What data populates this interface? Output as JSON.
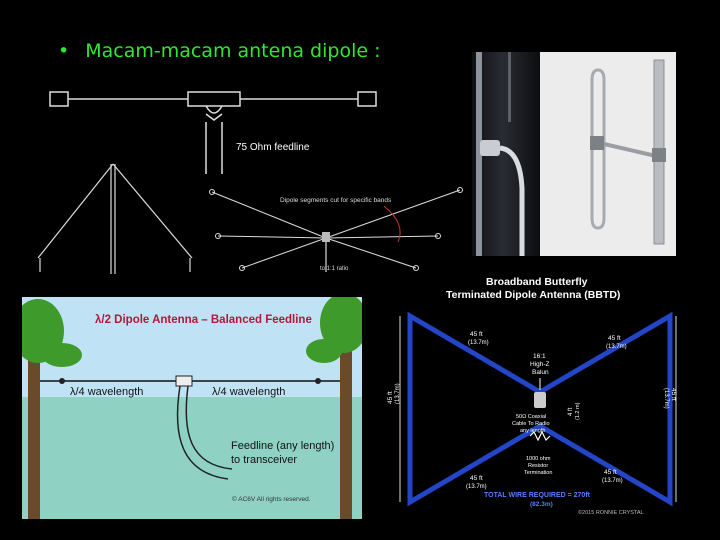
{
  "slide": {
    "bullet": "•",
    "title": "Macam-macam antena dipole :"
  },
  "panel_top_left": {
    "feedline_label": "75 Ohm feedline"
  },
  "panel_top_middle": {
    "segments_label": "Dipole segments cut for specific bands",
    "bottom_label": "to 1:1 ratio"
  },
  "panel_bottom_left": {
    "title": "λ/2 Dipole Antenna – Balanced Feedline",
    "left_wavelength": "λ/4 wavelength",
    "right_wavelength": "λ/4 wavelength",
    "feedline_line1": "Feedline (any length)",
    "feedline_line2": "to transceiver",
    "copyright": "© AC6V  All rights reserved.",
    "colors": {
      "sky": "#bfe3f4",
      "ground": "#8fd2c4",
      "tree": "#3f9a2c",
      "trunk": "#6b4a2a",
      "title": "#b5163c"
    }
  },
  "panel_bottom_right": {
    "title_line1": "Broadband Butterfly",
    "title_line2": "Terminated Dipole Antenna (BBTD)",
    "dim_top_left": "45 ft",
    "dim_top_left_m": "(13.7m)",
    "dim_top_right": "45 ft",
    "dim_top_right_m": "(13.7m)",
    "dim_bottom_left": "45 ft",
    "dim_bottom_left_m": "(13.7m)",
    "dim_bottom_right": "45 ft",
    "dim_bottom_right_m": "(13.7m)",
    "side_left": "45 ft",
    "side_left_m": "(13.7m)",
    "side_right": "45 ft",
    "side_right_m": "(13.7m)",
    "gap_label": "4 ft",
    "gap_label_m": "(1.2 m)",
    "balun_line1": "16:1",
    "balun_line2": "High-Z",
    "balun_line3": "Balun",
    "coax_line1": "50Ω Coaxial",
    "coax_line2": "Cable To Radio",
    "coax_line3": "any length",
    "resistor_line1": "1000 ohm",
    "resistor_line2": "Resistor",
    "resistor_line3": "Termination",
    "total_wire": "TOTAL WIRE REQUIRED = 270ft",
    "total_wire_m": "(82.3m)",
    "copyright": "©2015 RONNIE CRYSTAL",
    "colors": {
      "wire": "#2346c9",
      "text": "#ffffff"
    }
  }
}
